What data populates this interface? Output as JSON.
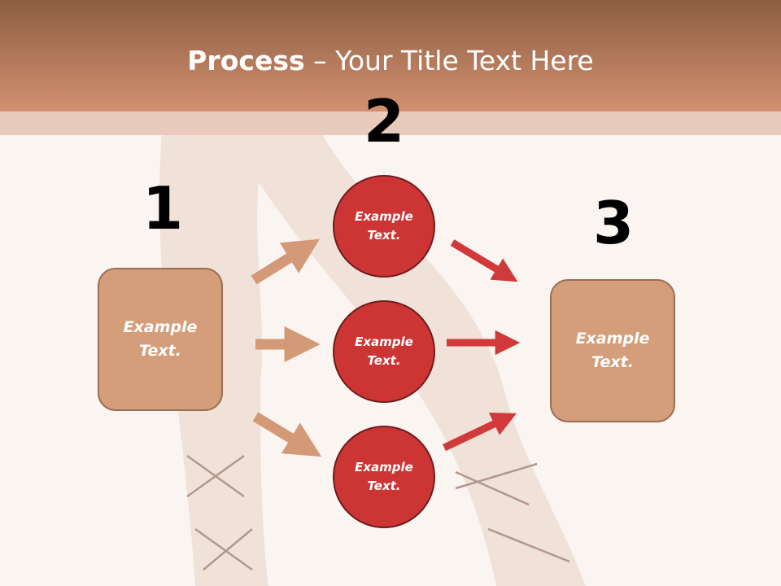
{
  "title": {
    "bold": "Process",
    "rest": " – Your Title Text Here"
  },
  "steps": {
    "one": "1",
    "two": "2",
    "three": "3"
  },
  "left_box": {
    "text": "Example Text."
  },
  "right_box": {
    "text": "Example Text."
  },
  "circles": [
    {
      "text": "Example Text."
    },
    {
      "text": "Example Text."
    },
    {
      "text": "Example Text."
    }
  ],
  "colors": {
    "header_top": "#8d5e42",
    "header_bottom": "#d29070",
    "box_fill": "#d49e7b",
    "circle_fill": "#cd3535",
    "tan_arrow": "#d49a78",
    "red_arrow": "#d13a3a"
  }
}
